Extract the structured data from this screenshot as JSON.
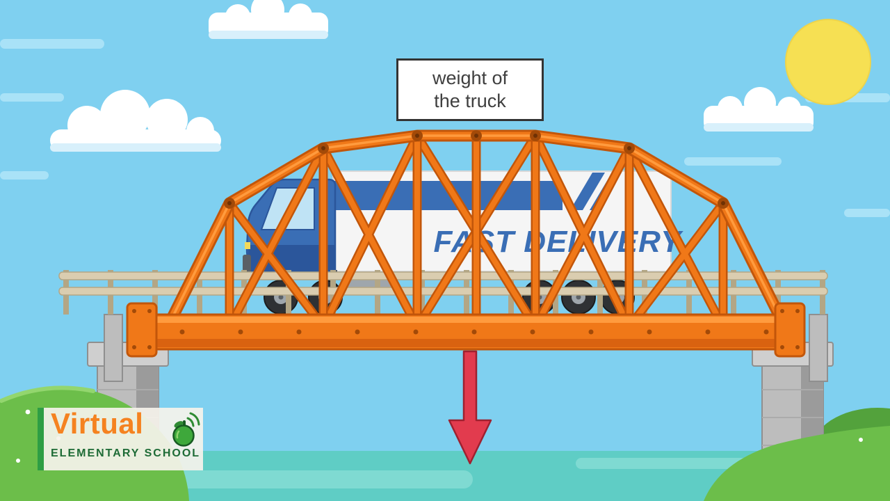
{
  "annotation": {
    "line1": "weight of",
    "line2": "the truck"
  },
  "truck": {
    "brand": "FAST DELIVERY"
  },
  "logo": {
    "title": "Virtual",
    "subtitle": "ELEMENTARY SCHOOL"
  },
  "colors": {
    "sky": "#7FD0F0",
    "sky-band": "#A9E2F7",
    "cloud-white": "#FFFFFF",
    "cloud-shade": "#D8F0FB",
    "sun": "#F6E053",
    "water": "#5FCDC5",
    "water-light": "#7FDAD2",
    "hill": "#6CBE4A",
    "hill-dark": "#53A23C",
    "bridge-orange": "#F07818",
    "bridge-dark": "#C2560A",
    "bridge-light": "#FF9B3E",
    "bridge-joint": "#A34A08",
    "pier": "#BDBDBD",
    "pier-dark": "#9B9B9B",
    "pier-light": "#CFCFCF",
    "rail": "#DACDB0",
    "rail-dark": "#B3A685",
    "truck-blue": "#3A6EB5",
    "truck-blue-dark": "#2B569B",
    "trailer": "#F5F5F5",
    "trailer-line": "#D8D8D8",
    "window": "#BFE3F5",
    "tire": "#2F3134",
    "hub": "#9FA6AC",
    "chassis": "#54585C",
    "arrow-red": "#E23B4E",
    "arrow-dark": "#9E2130",
    "label-border": "#333333",
    "label-text": "#3F3F3F",
    "logo-orange": "#F58220",
    "logo-green": "#1E6B36",
    "logo-bar": "#2E9E44",
    "apple": "#3EA83B"
  }
}
